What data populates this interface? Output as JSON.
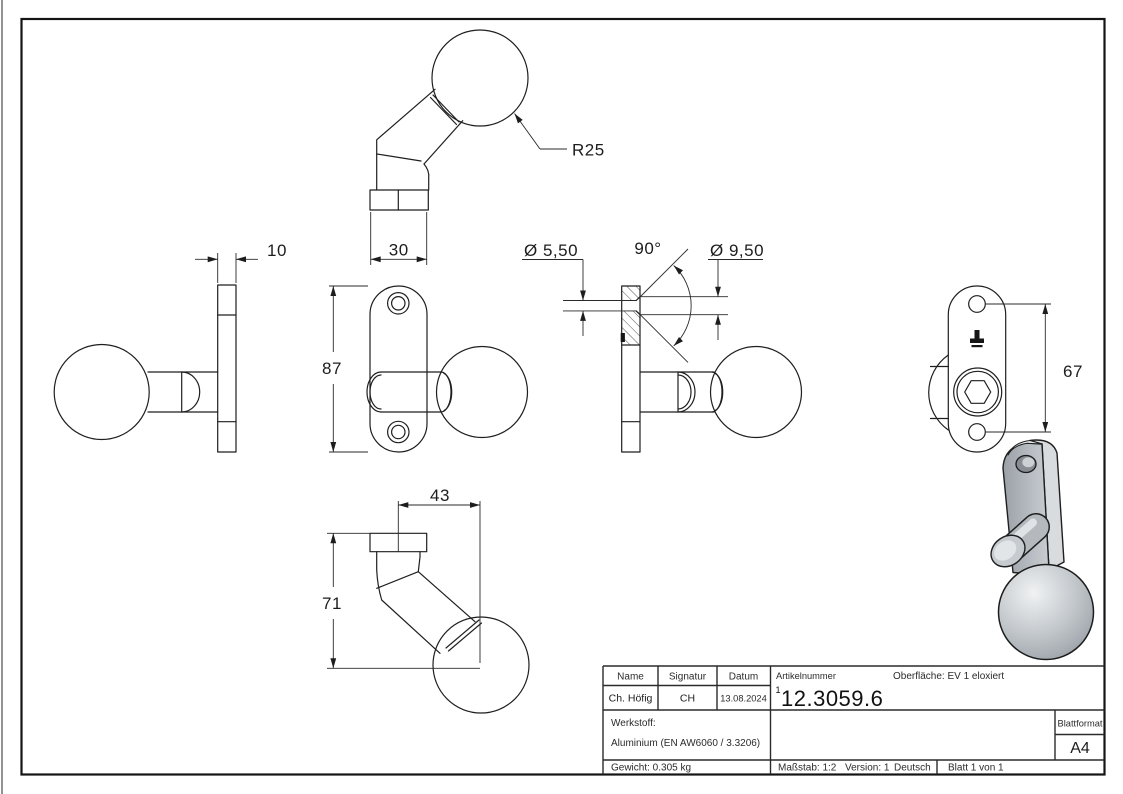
{
  "page": {
    "background": "#ffffff",
    "frame_color": "#141414",
    "line_color": "#1f1f1f"
  },
  "dimensions": {
    "plate_thickness": "10",
    "base_width": "30",
    "ball_radius": "R25",
    "hole_diameter": "Ø 5,50",
    "countersink_angle": "90°",
    "countersink_diameter": "Ø 9,50",
    "plate_height": "87",
    "hole_spacing": "67",
    "offset_horizontal": "43",
    "offset_vertical": "71"
  },
  "title_block": {
    "name_label": "Name",
    "signatur_label": "Signatur",
    "datum_label": "Datum",
    "name_value": "Ch. Höfig",
    "signatur_value": "CH",
    "datum_value": "13.08.2024",
    "artikelnummer_label": "Artikelnummer",
    "artikelnummer_prefix": "1",
    "artikelnummer_value": "12.3059.6",
    "oberflaeche": "Oberfläche:  EV 1 eloxiert",
    "werkstoff_label": "Werkstoff:",
    "werkstoff_value": "Aluminium (EN AW6060 / 3.3206)",
    "blattformat_label": "Blattformat",
    "blattformat_value": "A4",
    "gewicht": "Gewicht: 0.305 kg",
    "massstab": "Maßstab: 1:2",
    "version": "Version: 1",
    "sprache": "Deutsch",
    "blatt": "Blatt 1 von 1"
  }
}
